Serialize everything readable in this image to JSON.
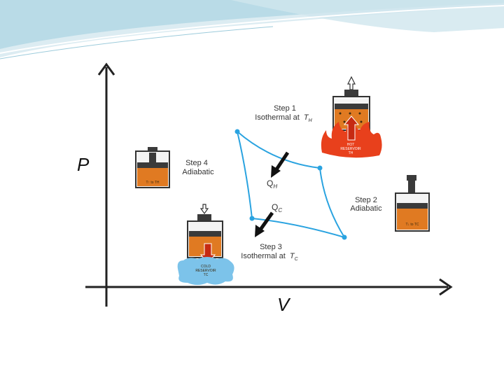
{
  "axes": {
    "y_label": "P",
    "x_label": "V"
  },
  "steps": {
    "step1": {
      "title": "Step 1",
      "desc": "Isothermal at",
      "temp": "T",
      "temp_sub": "H"
    },
    "step2": {
      "title": "Step 2",
      "desc": "Adiabatic"
    },
    "step3": {
      "title": "Step 3",
      "desc": "Isothermal at",
      "temp": "T",
      "temp_sub": "C"
    },
    "step4": {
      "title": "Step 4",
      "desc": "Adiabatic"
    }
  },
  "heat": {
    "hot": {
      "symbol": "Q",
      "sub": "H"
    },
    "cold": {
      "symbol": "Q",
      "sub": "C"
    }
  },
  "reservoirs": {
    "hot": {
      "line1": "HOT",
      "line2": "RESERVOIR",
      "line3": "TH"
    },
    "cold": {
      "line1": "COLD",
      "line2": "RESERVOIR",
      "line3": "TC"
    }
  },
  "pistons": {
    "step4_label": "T↑ to TH",
    "step2_label": "T↓ to TC"
  },
  "colors": {
    "cycle": "#2aa3e0",
    "gas": "#e07a22",
    "hot_reservoir": "#e8401c",
    "cold_reservoir": "#7cc3ea",
    "heat_arrow": "#c62a12",
    "swoosh": "#b9dbe7"
  }
}
